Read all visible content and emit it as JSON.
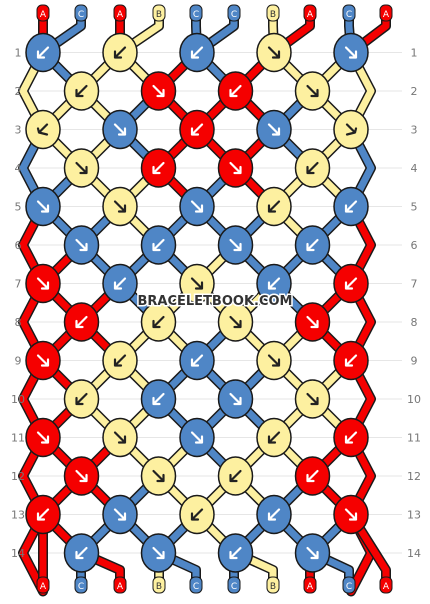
{
  "colors": {
    "A": "#f50000",
    "B": "#fdf0a0",
    "C": "#4f86c6",
    "outline": "#1a1a1a",
    "grid": "#e6e6e6",
    "row_label": "#777777"
  },
  "top_strand_labels": [
    "A",
    "C",
    "A",
    "B",
    "C",
    "C",
    "B",
    "A",
    "C",
    "A"
  ],
  "bottom_strand_labels": [
    "A",
    "C",
    "A",
    "B",
    "C",
    "C",
    "B",
    "A",
    "C",
    "A"
  ],
  "row_labels": [
    "1",
    "2",
    "3",
    "4",
    "5",
    "6",
    "7",
    "8",
    "9",
    "10",
    "11",
    "12",
    "13",
    "14"
  ],
  "watermark": "BRACELETBOOK.COM",
  "knot_rows": [
    {
      "row": 1,
      "knots": [
        {
          "c": "C",
          "d": "bl"
        },
        {
          "c": "B",
          "d": "bl"
        },
        {
          "c": "C",
          "d": "bl"
        },
        {
          "c": "B",
          "d": "br"
        },
        {
          "c": "C",
          "d": "br"
        }
      ]
    },
    {
      "row": 2,
      "knots": [
        {
          "c": "B",
          "d": "bl"
        },
        {
          "c": "A",
          "d": "br"
        },
        {
          "c": "A",
          "d": "bl"
        },
        {
          "c": "B",
          "d": "br"
        }
      ]
    },
    {
      "row": 3,
      "knots": [
        {
          "c": "B",
          "d": "l"
        },
        {
          "c": "C",
          "d": "br"
        },
        {
          "c": "A",
          "d": "bl"
        },
        {
          "c": "C",
          "d": "br"
        },
        {
          "c": "B",
          "d": "r"
        }
      ]
    },
    {
      "row": 4,
      "knots": [
        {
          "c": "B",
          "d": "br"
        },
        {
          "c": "A",
          "d": "bl"
        },
        {
          "c": "A",
          "d": "br"
        },
        {
          "c": "B",
          "d": "bl"
        }
      ]
    },
    {
      "row": 5,
      "knots": [
        {
          "c": "C",
          "d": "br"
        },
        {
          "c": "B",
          "d": "br"
        },
        {
          "c": "C",
          "d": "br"
        },
        {
          "c": "B",
          "d": "bl"
        },
        {
          "c": "C",
          "d": "bl"
        }
      ]
    },
    {
      "row": 6,
      "knots": [
        {
          "c": "C",
          "d": "br"
        },
        {
          "c": "C",
          "d": "bl"
        },
        {
          "c": "C",
          "d": "br"
        },
        {
          "c": "C",
          "d": "bl"
        }
      ]
    },
    {
      "row": 7,
      "knots": [
        {
          "c": "A",
          "d": "br"
        },
        {
          "c": "C",
          "d": "bl"
        },
        {
          "c": "B",
          "d": "br"
        },
        {
          "c": "C",
          "d": "bl"
        },
        {
          "c": "A",
          "d": "bl"
        }
      ]
    },
    {
      "row": 8,
      "knots": [
        {
          "c": "A",
          "d": "bl"
        },
        {
          "c": "B",
          "d": "bl"
        },
        {
          "c": "B",
          "d": "br"
        },
        {
          "c": "A",
          "d": "br"
        }
      ]
    },
    {
      "row": 9,
      "knots": [
        {
          "c": "A",
          "d": "br"
        },
        {
          "c": "B",
          "d": "bl"
        },
        {
          "c": "C",
          "d": "bl"
        },
        {
          "c": "B",
          "d": "br"
        },
        {
          "c": "A",
          "d": "bl"
        }
      ]
    },
    {
      "row": 10,
      "knots": [
        {
          "c": "B",
          "d": "bl"
        },
        {
          "c": "C",
          "d": "bl"
        },
        {
          "c": "C",
          "d": "br"
        },
        {
          "c": "B",
          "d": "br"
        }
      ]
    },
    {
      "row": 11,
      "knots": [
        {
          "c": "A",
          "d": "br"
        },
        {
          "c": "B",
          "d": "br"
        },
        {
          "c": "C",
          "d": "br"
        },
        {
          "c": "B",
          "d": "bl"
        },
        {
          "c": "A",
          "d": "bl"
        }
      ]
    },
    {
      "row": 12,
      "knots": [
        {
          "c": "A",
          "d": "br"
        },
        {
          "c": "B",
          "d": "br"
        },
        {
          "c": "B",
          "d": "bl"
        },
        {
          "c": "A",
          "d": "bl"
        }
      ]
    },
    {
      "row": 13,
      "knots": [
        {
          "c": "A",
          "d": "bl"
        },
        {
          "c": "C",
          "d": "br"
        },
        {
          "c": "B",
          "d": "bl"
        },
        {
          "c": "C",
          "d": "bl"
        },
        {
          "c": "A",
          "d": "br"
        }
      ]
    },
    {
      "row": 14,
      "knots": [
        {
          "c": "C",
          "d": "bl"
        },
        {
          "c": "C",
          "d": "br"
        },
        {
          "c": "C",
          "d": "bl"
        },
        {
          "c": "C",
          "d": "br"
        }
      ]
    }
  ]
}
